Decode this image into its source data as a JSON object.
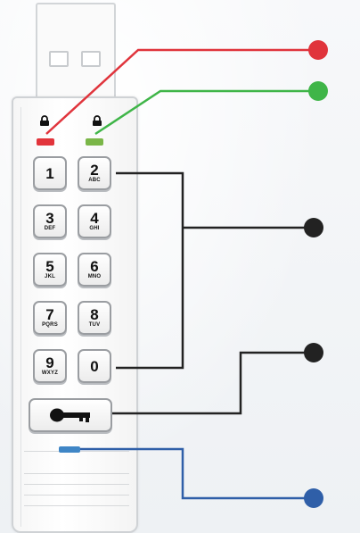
{
  "keypad": {
    "keys": [
      {
        "digit": "1",
        "letters": ""
      },
      {
        "digit": "2",
        "letters": "ABC"
      },
      {
        "digit": "3",
        "letters": "DEF"
      },
      {
        "digit": "4",
        "letters": "GHI"
      },
      {
        "digit": "5",
        "letters": "JKL"
      },
      {
        "digit": "6",
        "letters": "MNO"
      },
      {
        "digit": "7",
        "letters": "PQRS"
      },
      {
        "digit": "8",
        "letters": "TUV"
      },
      {
        "digit": "9",
        "letters": "WXYZ"
      },
      {
        "digit": "0",
        "letters": ""
      }
    ]
  },
  "colors": {
    "red": "#e0343c",
    "green": "#3fb548",
    "blue": "#2f5fa8",
    "black": "#222222",
    "led_red": "#e2343b",
    "led_green": "#7ab648",
    "led_blue": "#3f86c6"
  },
  "icons": {
    "lock_icon": "padlock",
    "key_icon": "key"
  }
}
